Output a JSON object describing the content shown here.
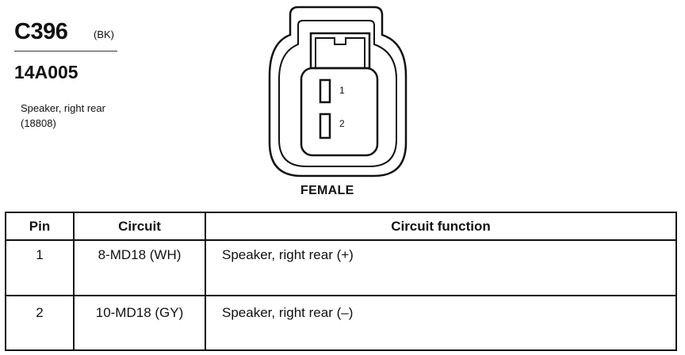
{
  "header": {
    "connector_id": "C396",
    "connector_color": "(BK)",
    "part_number": "14A005",
    "description_line1": "Speaker, right rear",
    "description_line2": "(18808)"
  },
  "diagram": {
    "pin_labels": [
      "1",
      "2"
    ],
    "gender_label": "FEMALE"
  },
  "table": {
    "headers": [
      "Pin",
      "Circuit",
      "Circuit function"
    ],
    "rows": [
      {
        "pin": "1",
        "circuit": "8-MD18 (WH)",
        "function": "Speaker, right rear  (+)"
      },
      {
        "pin": "2",
        "circuit": "10-MD18 (GY)",
        "function": "Speaker, right rear  (–)"
      }
    ]
  }
}
